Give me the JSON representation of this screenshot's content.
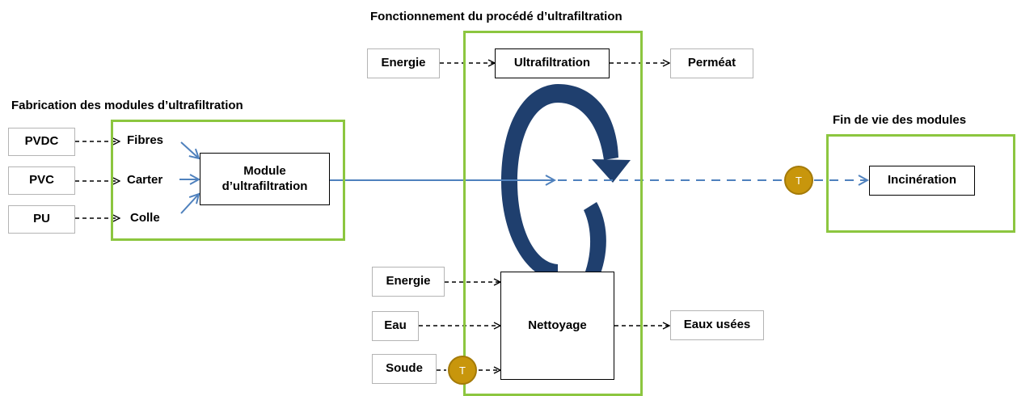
{
  "titles": {
    "fabrication": "Fabrication des modules d’ultrafiltration",
    "fonctionnement": "Fonctionnement du procédé d’ultrafiltration",
    "fin_de_vie": "Fin de vie des modules"
  },
  "fabrication": {
    "inputs": [
      "PVDC",
      "PVC",
      "PU"
    ],
    "components": [
      "Fibres",
      "Carter",
      "Colle"
    ],
    "module": "Module d’ultrafiltration"
  },
  "fonctionnement": {
    "energie_top": "Energie",
    "ultrafiltration": "Ultrafiltration",
    "permeat": "Perméat",
    "energie_bottom": "Energie",
    "eau": "Eau",
    "soude": "Soude",
    "nettoyage": "Nettoyage",
    "eaux_usees": "Eaux usées"
  },
  "fin_de_vie": {
    "incineration": "Incinération"
  },
  "transport_token": "T",
  "colors": {
    "frame_green": "#8cc63f",
    "flow_blue": "#4f81bd",
    "cycle_navy": "#1f3f6e",
    "token_gold": "#c8960c"
  }
}
